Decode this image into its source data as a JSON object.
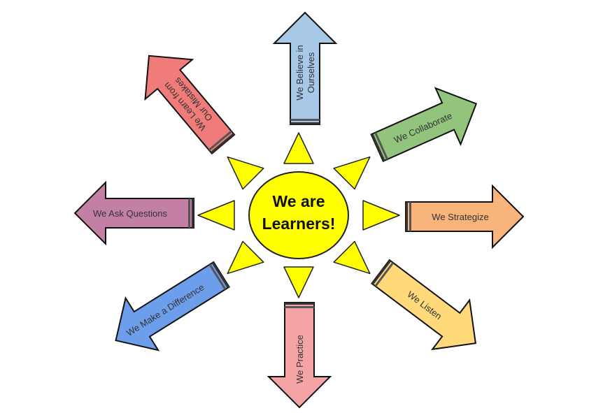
{
  "center": {
    "line1": "We are",
    "line2": "Learners!",
    "color": "#ffff00"
  },
  "ray_color": "#ffff00",
  "arrows": [
    {
      "id": "believe",
      "lines": [
        "We Believe in",
        "Ourselves"
      ],
      "color": "#a8c8e8"
    },
    {
      "id": "collaborate",
      "lines": [
        "We Collaborate"
      ],
      "color": "#93c47d"
    },
    {
      "id": "strategize",
      "lines": [
        "We Strategize"
      ],
      "color": "#f9b47c"
    },
    {
      "id": "listen",
      "lines": [
        "We Listen"
      ],
      "color": "#ffd97a"
    },
    {
      "id": "practice",
      "lines": [
        "We Practice"
      ],
      "color": "#f4a4a4"
    },
    {
      "id": "difference",
      "lines": [
        "We Make a Difference"
      ],
      "color": "#6d9eeb"
    },
    {
      "id": "ask",
      "lines": [
        "We Ask Questions"
      ],
      "color": "#c47fa5"
    },
    {
      "id": "mistakes",
      "lines": [
        "We Learn from",
        "Our Mistakes"
      ],
      "color": "#f07b7b"
    }
  ]
}
